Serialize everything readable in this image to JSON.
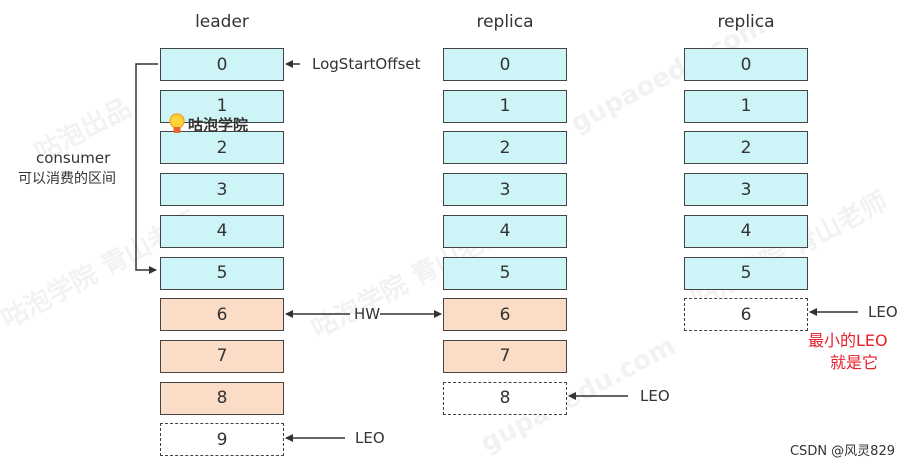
{
  "watermark": {
    "texts": [
      "咕泡学院 青山老师",
      "咕泡学院 青山老师",
      "咕泡学院 青山老师",
      "咕泡出品",
      "gupaoedu.com",
      "gupaoedu.com"
    ]
  },
  "columns": [
    {
      "title": "leader",
      "cells": [
        {
          "label": "0",
          "style": "blue"
        },
        {
          "label": "1",
          "style": "blue"
        },
        {
          "label": "2",
          "style": "blue"
        },
        {
          "label": "3",
          "style": "blue"
        },
        {
          "label": "4",
          "style": "blue"
        },
        {
          "label": "5",
          "style": "blue"
        },
        {
          "label": "6",
          "style": "orange"
        },
        {
          "label": "7",
          "style": "orange"
        },
        {
          "label": "8",
          "style": "orange"
        },
        {
          "label": "9",
          "style": "dashed"
        }
      ]
    },
    {
      "title": "replica",
      "cells": [
        {
          "label": "0",
          "style": "blue"
        },
        {
          "label": "1",
          "style": "blue"
        },
        {
          "label": "2",
          "style": "blue"
        },
        {
          "label": "3",
          "style": "blue"
        },
        {
          "label": "4",
          "style": "blue"
        },
        {
          "label": "5",
          "style": "blue"
        },
        {
          "label": "6",
          "style": "orange"
        },
        {
          "label": "7",
          "style": "orange"
        },
        {
          "label": "8",
          "style": "dashed"
        }
      ]
    },
    {
      "title": "replica",
      "cells": [
        {
          "label": "0",
          "style": "blue"
        },
        {
          "label": "1",
          "style": "blue"
        },
        {
          "label": "2",
          "style": "blue"
        },
        {
          "label": "3",
          "style": "blue"
        },
        {
          "label": "4",
          "style": "blue"
        },
        {
          "label": "5",
          "style": "blue"
        },
        {
          "label": "6",
          "style": "dashed"
        }
      ]
    }
  ],
  "labels": {
    "log_start_offset": "LogStartOffset",
    "consumer_line1": "consumer",
    "consumer_line2": "可以消费的区间",
    "hw": "HW",
    "leo_leader": "LEO",
    "leo_replica1": "LEO",
    "leo_replica2": "LEO",
    "min_leo_line1": "最小的LEO",
    "min_leo_line2": "就是它"
  },
  "logo": {
    "text": "咕泡学院",
    "icon": "lightbulb-icon"
  },
  "footer": "CSDN @风灵829",
  "colors": {
    "committed": "#cdf4f6",
    "uncommitted": "#fbdcc6",
    "highlight": "#e8202a"
  }
}
